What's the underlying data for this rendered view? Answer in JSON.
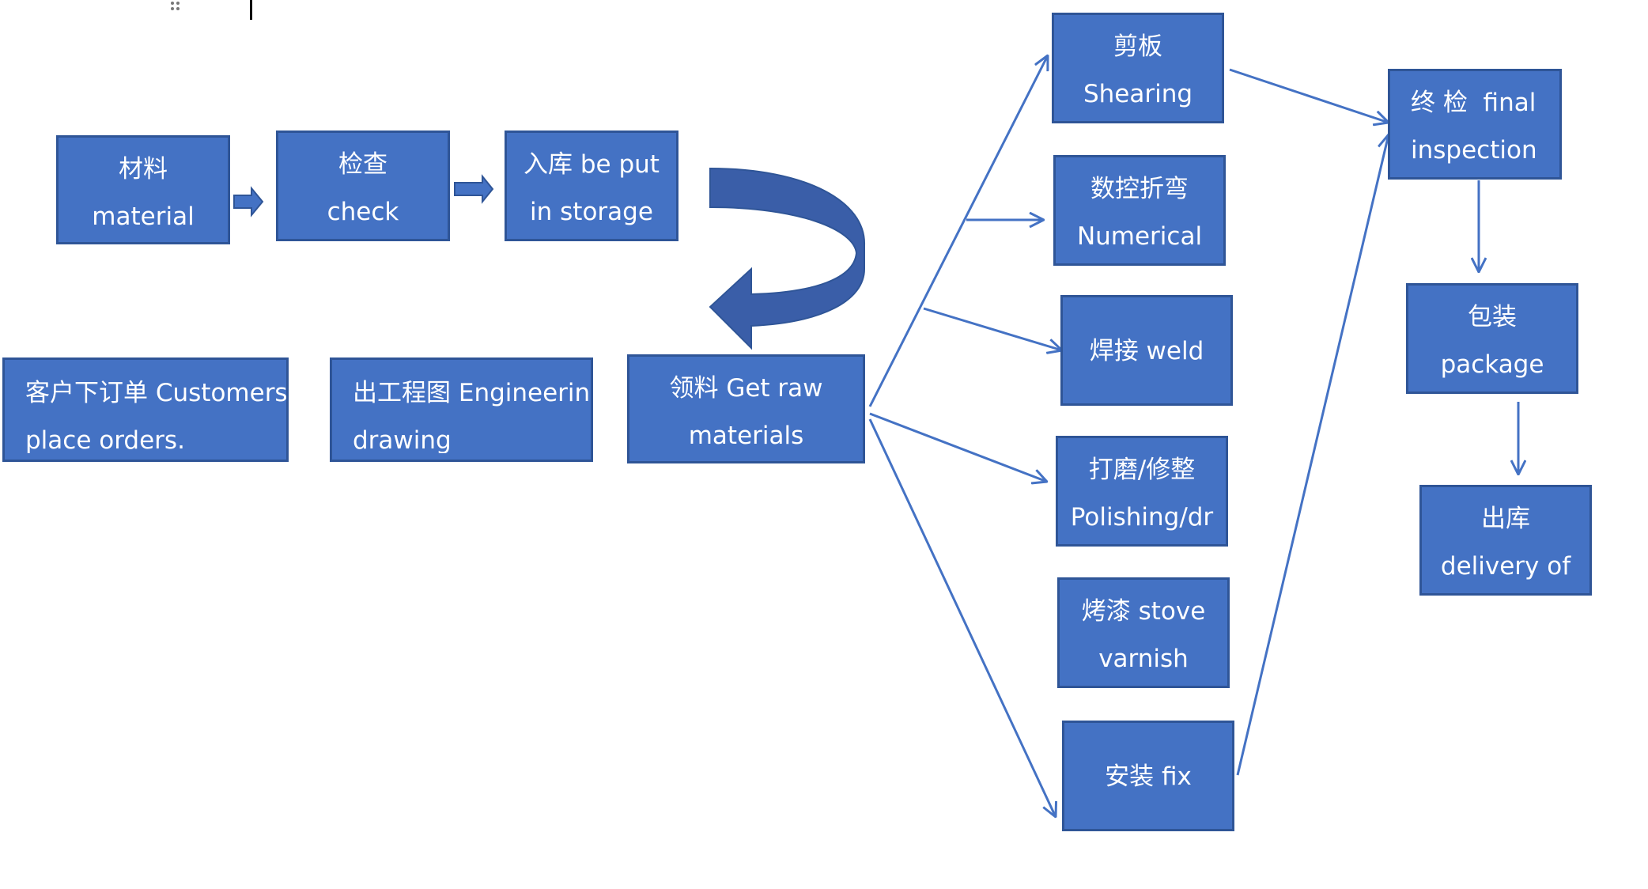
{
  "diagram": {
    "nodes": {
      "material": {
        "lines": [
          "材料",
          "material"
        ]
      },
      "check": {
        "lines": [
          "检查",
          "check"
        ]
      },
      "storage": {
        "lines": [
          "入库 be put",
          "in storage"
        ]
      },
      "orders": {
        "lines": [
          "客户下订单 Customers",
          "place orders."
        ]
      },
      "drawing": {
        "lines": [
          "出工程图 Engineering",
          "drawing"
        ]
      },
      "raw": {
        "lines": [
          "领料 Get raw",
          "materials"
        ]
      },
      "shearing": {
        "lines": [
          "剪板",
          "Shearing"
        ]
      },
      "numerical": {
        "lines": [
          "数控折弯",
          "Numerical"
        ]
      },
      "weld": {
        "lines": [
          "焊接 weld"
        ]
      },
      "polishing": {
        "lines": [
          "打磨/修整",
          "Polishing/dr"
        ]
      },
      "stove": {
        "lines": [
          "烤漆 stove",
          "varnish"
        ]
      },
      "fix": {
        "lines": [
          "安装 fix"
        ]
      },
      "final": {
        "lines": [
          "终 检  final",
          "inspection"
        ]
      },
      "package": {
        "lines": [
          "包装",
          "package"
        ]
      },
      "delivery": {
        "lines": [
          "出库",
          "delivery of"
        ]
      }
    },
    "edges": [
      {
        "from": "material",
        "to": "check",
        "style": "block-arrow"
      },
      {
        "from": "check",
        "to": "storage",
        "style": "block-arrow"
      },
      {
        "from": "storage",
        "to": "raw",
        "style": "curved-arrow"
      },
      {
        "from": "raw",
        "to": "shearing",
        "style": "line-arrow"
      },
      {
        "from": "raw",
        "to": "numerical",
        "style": "line-arrow"
      },
      {
        "from": "raw",
        "to": "weld",
        "style": "line-arrow"
      },
      {
        "from": "raw",
        "to": "polishing",
        "style": "line-arrow"
      },
      {
        "from": "raw",
        "to": "fix",
        "style": "line-arrow"
      },
      {
        "from": "shearing",
        "to": "final",
        "style": "line-arrow"
      },
      {
        "from": "fix",
        "to": "final",
        "style": "line-arrow"
      },
      {
        "from": "final",
        "to": "package",
        "style": "line-arrow"
      },
      {
        "from": "package",
        "to": "delivery",
        "style": "line-arrow"
      }
    ],
    "colors": {
      "box_fill": "#4472c4",
      "box_border": "#2f5597",
      "box_text": "#ffffff",
      "connector": "#4472c4",
      "curved_arrow": "#3a5ea8"
    }
  }
}
